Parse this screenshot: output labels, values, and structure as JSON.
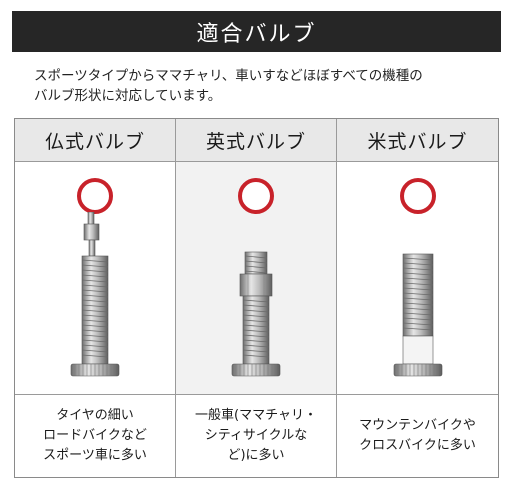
{
  "title": "適合バルブ",
  "description": "スポーツタイプからママチャリ、車いすなどほぼすべての機種の\nバルブ形状に対応しています。",
  "colors": {
    "title_bg": "#262626",
    "ring": "#c8222a",
    "header_bg": "#e8e8e8"
  },
  "columns": [
    {
      "header": "仏式バルブ",
      "icon": "presta-valve-icon",
      "text": "タイヤの細い\nロードバイクなど\nスポーツ車に多い"
    },
    {
      "header": "英式バルブ",
      "icon": "dunlop-valve-icon",
      "text": "一般車(ママチャリ・\nシティサイクルな\nど)に多い"
    },
    {
      "header": "米式バルブ",
      "icon": "schrader-valve-icon",
      "text": "マウンテンバイクや\nクロスバイクに多い"
    }
  ]
}
